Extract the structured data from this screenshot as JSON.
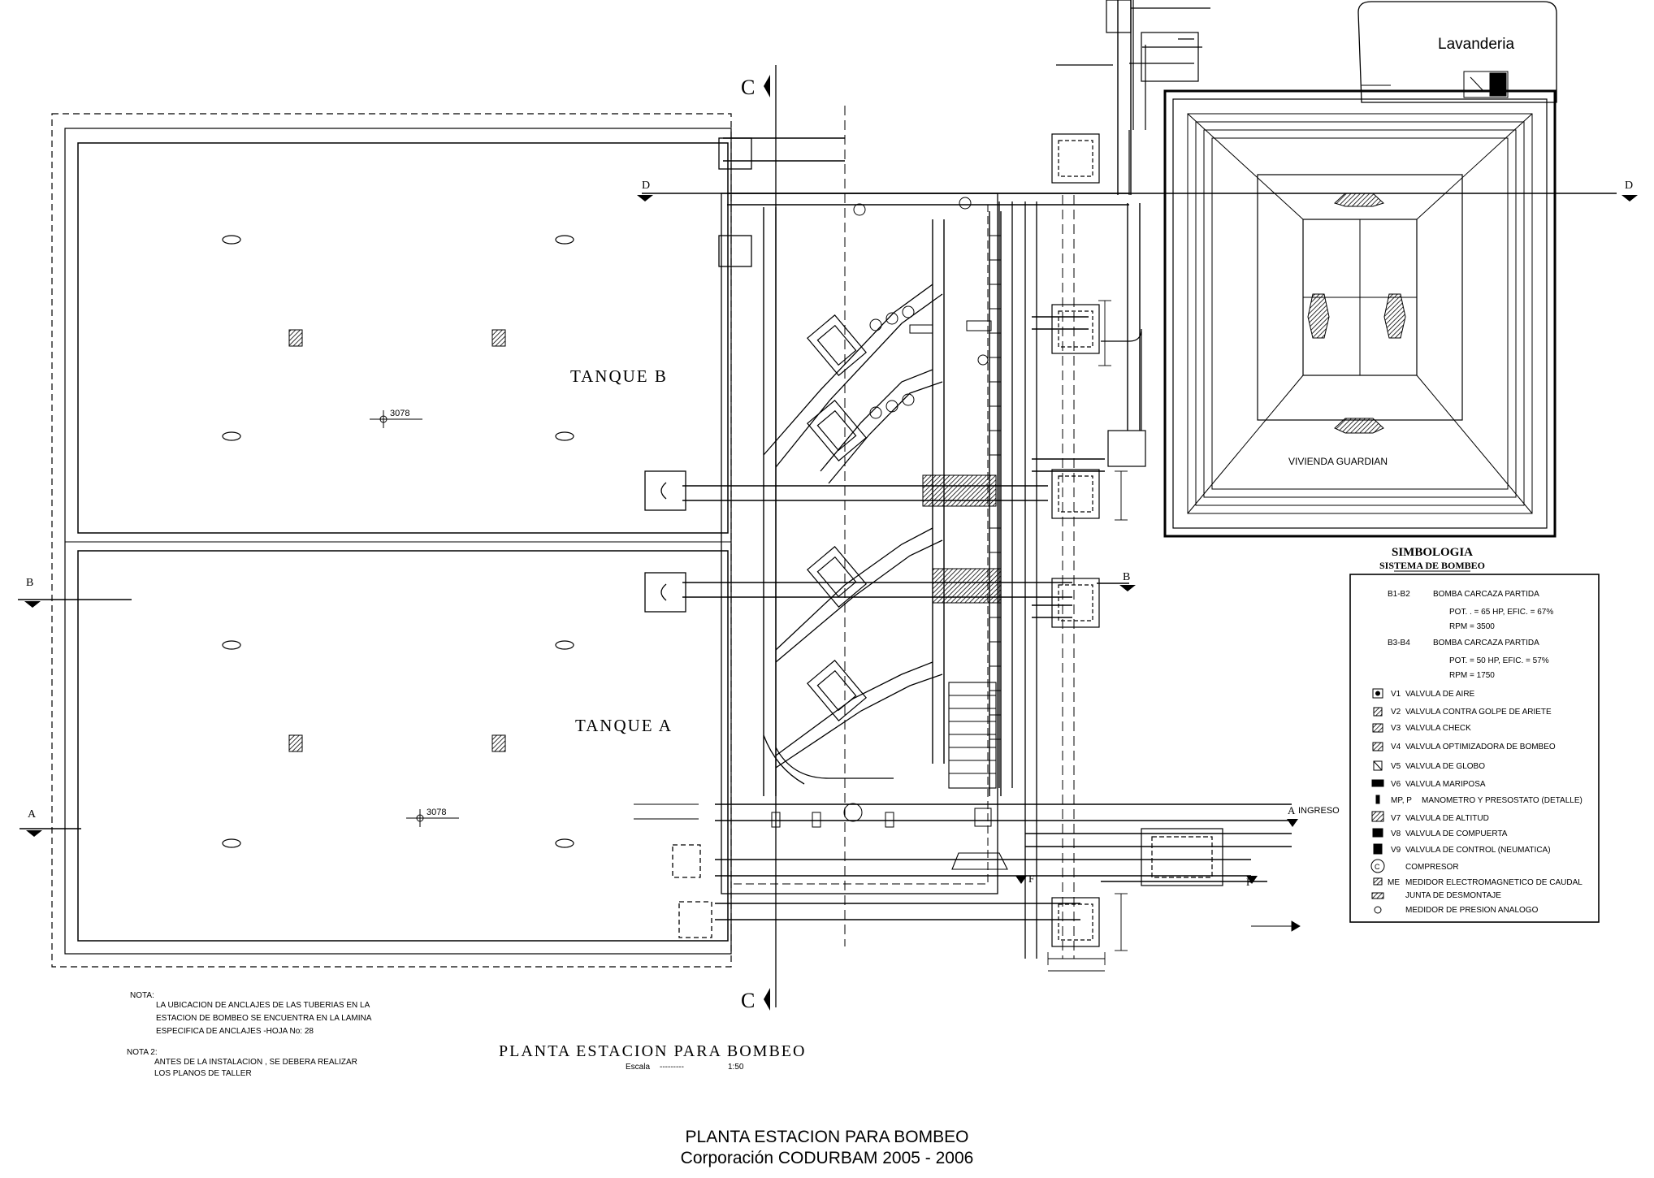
{
  "plan": {
    "tank_b_label": "TANQUE B",
    "tank_a_label": "TANQUE A",
    "level_b": "3078",
    "level_a": "3078",
    "laundry_label": "Lavanderia",
    "guard_house_label": "VIVIENDA GUARDIAN",
    "ingreso_label": "INGRESO",
    "section_markers": [
      "A",
      "B",
      "C",
      "D",
      "F"
    ],
    "title": "PLANTA ESTACION PARA BOMBEO",
    "scale_label": "Escala",
    "scale_dashes": "---------",
    "scale_value": "1:50"
  },
  "notes": {
    "note1_label": "NOTA:",
    "note1_lines": [
      "LA UBICACION DE ANCLAJES DE LAS TUBERIAS EN LA",
      "ESTACION DE BOMBEO SE ENCUENTRA EN LA LAMINA",
      "ESPECIFICA DE ANCLAJES -HOJA No: 28"
    ],
    "note2_label": "NOTA 2:",
    "note2_lines": [
      "ANTES DE LA INSTALACION , SE DEBERA REALIZAR",
      "LOS PLANOS DE TALLER"
    ]
  },
  "legend": {
    "title": "SIMBOLOGIA",
    "subtitle": "SISTEMA DE BOMBEO",
    "pumps": [
      {
        "code": "B1-B2",
        "desc": "BOMBA CARCAZA PARTIDA",
        "pot": "POT.  .  = 65 HP, EFIC. = 67%",
        "rpm": "RPM = 3500"
      },
      {
        "code": "B3-B4",
        "desc": "BOMBA CARCAZA PARTIDA",
        "pot": "POT.    = 50 HP, EFIC. = 57%",
        "rpm": "RPM = 1750"
      }
    ],
    "items": [
      {
        "icon": "air-valve-icon",
        "code": "V1",
        "desc": "VALVULA DE AIRE"
      },
      {
        "icon": "anti-surge-valve-icon",
        "code": "V2",
        "desc": "VALVULA CONTRA GOLPE DE ARIETE"
      },
      {
        "icon": "check-valve-icon",
        "code": "V3",
        "desc": "VALVULA CHECK"
      },
      {
        "icon": "optimizer-valve-icon",
        "code": "V4",
        "desc": "VALVULA OPTIMIZADORA DE BOMBEO"
      },
      {
        "icon": "globe-valve-icon",
        "code": "V5",
        "desc": "VALVULA  DE GLOBO"
      },
      {
        "icon": "butterfly-valve-icon",
        "code": "V6",
        "desc": "VALVULA MARIPOSA"
      },
      {
        "icon": "manometer-icon",
        "code": "MP, P",
        "desc": "MANOMETRO Y PRESOSTATO (DETALLE)"
      },
      {
        "icon": "altitude-valve-icon",
        "code": "V7",
        "desc": "VALVULA DE ALTITUD"
      },
      {
        "icon": "gate-valve-icon",
        "code": "V8",
        "desc": "VALVULA DE COMPUERTA"
      },
      {
        "icon": "control-valve-icon",
        "code": "V9",
        "desc": "VALVULA  DE CONTROL (NEUMATICA)"
      },
      {
        "icon": "compressor-icon",
        "code": "",
        "desc": "COMPRESOR"
      },
      {
        "icon": "flowmeter-icon",
        "code": "ME",
        "desc": "MEDIDOR ELECTROMAGNETICO DE CAUDAL"
      },
      {
        "icon": "dismantling-joint-icon",
        "code": "",
        "desc": "JUNTA DE DESMONTAJE"
      },
      {
        "icon": "pressure-gauge-icon",
        "code": "",
        "desc": "MEDIDOR DE PRESION ANALOGO"
      }
    ]
  },
  "footer": {
    "line1": "PLANTA ESTACION PARA BOMBEO",
    "line2": "Corporación CODURBAM 2005 - 2006"
  }
}
